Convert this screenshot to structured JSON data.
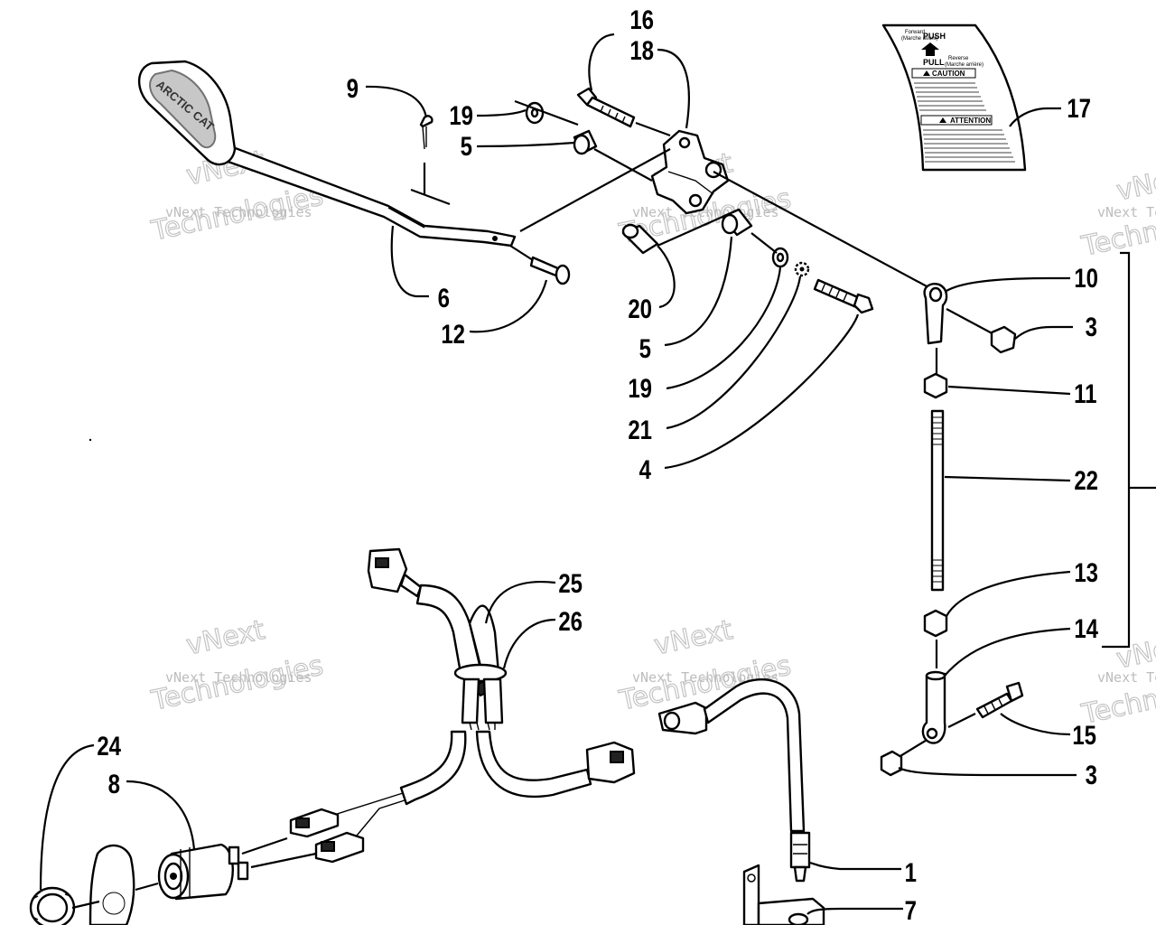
{
  "watermark": {
    "line1": "vNext Technologies",
    "line2": "vNext",
    "line3": "Technologies"
  },
  "decal": {
    "forward": "Forward",
    "forward_fr": "(Marche avant)",
    "push": "PUSH",
    "pull": "PULL",
    "reverse": "Reverse",
    "reverse_fr": "(Marche arrière)",
    "caution": "CAUTION",
    "attention": "ATTENTION"
  },
  "callouts": [
    {
      "id": "c16",
      "label": "16"
    },
    {
      "id": "c18",
      "label": "18"
    },
    {
      "id": "c17",
      "label": "17"
    },
    {
      "id": "c9",
      "label": "9"
    },
    {
      "id": "c19a",
      "label": "19"
    },
    {
      "id": "c5a",
      "label": "5"
    },
    {
      "id": "c6",
      "label": "6"
    },
    {
      "id": "c12",
      "label": "12"
    },
    {
      "id": "c20",
      "label": "20"
    },
    {
      "id": "c5b",
      "label": "5"
    },
    {
      "id": "c19b",
      "label": "19"
    },
    {
      "id": "c21",
      "label": "21"
    },
    {
      "id": "c4",
      "label": "4"
    },
    {
      "id": "c10",
      "label": "10"
    },
    {
      "id": "c3a",
      "label": "3"
    },
    {
      "id": "c11",
      "label": "11"
    },
    {
      "id": "c22",
      "label": "22"
    },
    {
      "id": "c13",
      "label": "13"
    },
    {
      "id": "c14",
      "label": "14"
    },
    {
      "id": "c15",
      "label": "15"
    },
    {
      "id": "c3b",
      "label": "3"
    },
    {
      "id": "c25",
      "label": "25"
    },
    {
      "id": "c26",
      "label": "26"
    },
    {
      "id": "c24",
      "label": "24"
    },
    {
      "id": "c8",
      "label": "8"
    },
    {
      "id": "c1",
      "label": "1"
    },
    {
      "id": "c7",
      "label": "7"
    }
  ]
}
